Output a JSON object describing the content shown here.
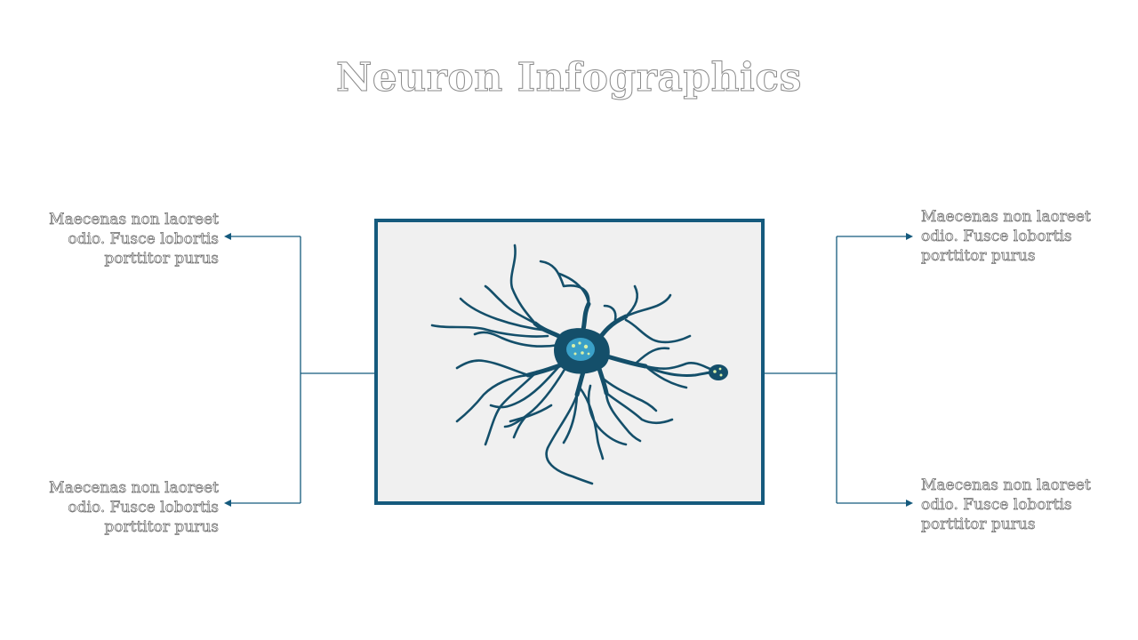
{
  "title": "Neuron Infographics",
  "notes": {
    "top_left": "Maecenas non laoreet odio. Fusce lobortis porttitor purus",
    "bottom_left": "Maecenas non laoreet odio. Fusce lobortis porttitor purus",
    "top_right": "Maecenas non laoreet odio. Fusce lobortis porttitor purus",
    "bottom_right": "Maecenas non laoreet odio. Fusce lobortis porttitor purus"
  },
  "colors": {
    "accent": "#155a7d",
    "neuron": "#144f6a",
    "nucleus": "#3aa0c8",
    "panel": "#f0f0f0"
  }
}
